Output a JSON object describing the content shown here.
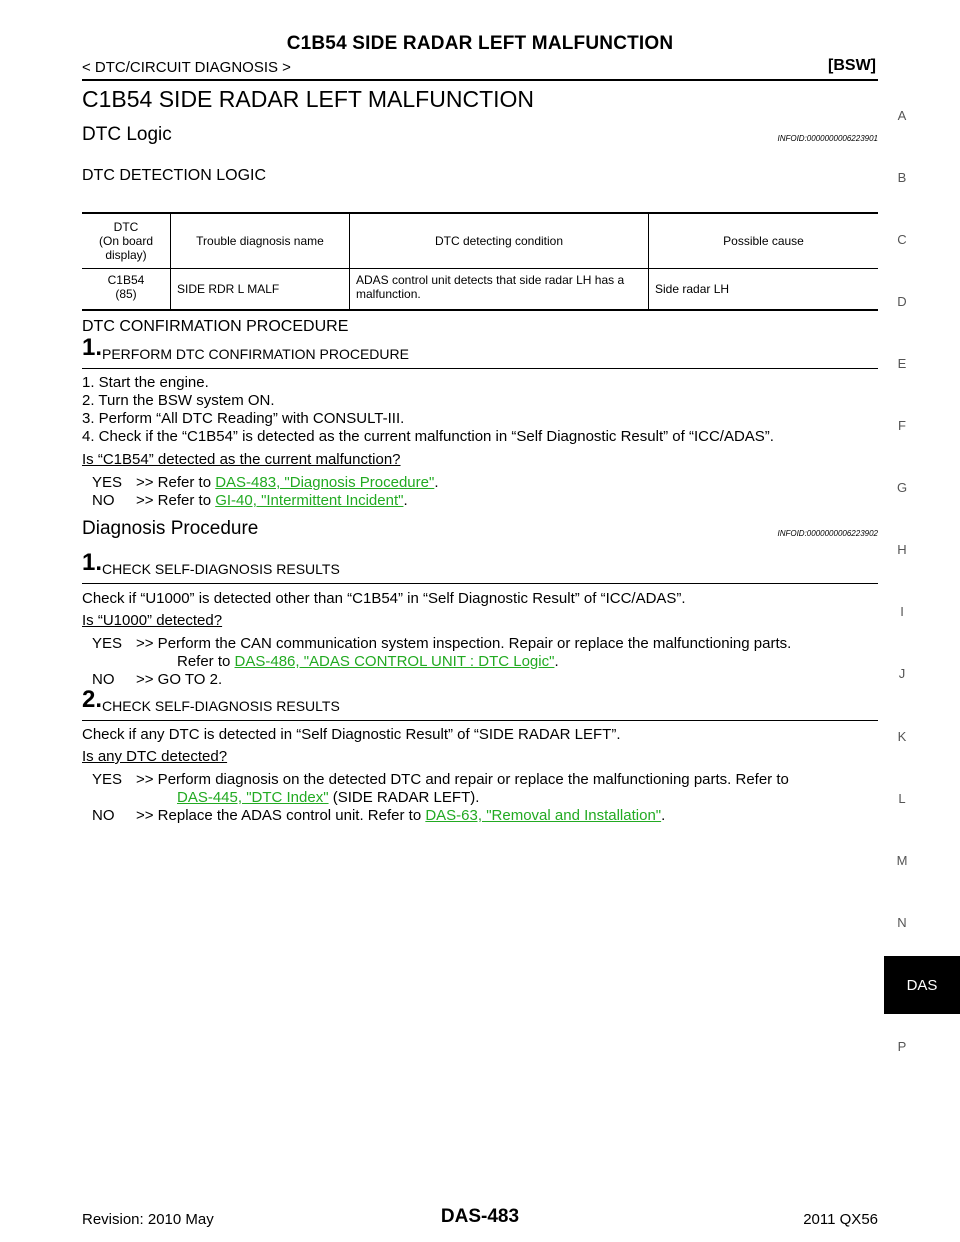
{
  "header": {
    "title": "C1B54 SIDE RADAR LEFT MALFUNCTION",
    "breadcrumb": "< DTC/CIRCUIT DIAGNOSIS >",
    "section": "[BSW]"
  },
  "main_title": "C1B54 SIDE RADAR LEFT MALFUNCTION",
  "dtc_logic": {
    "heading": "DTC Logic",
    "infoid": "INFOID:0000000006223901",
    "subheading": "DTC DETECTION LOGIC",
    "table": {
      "headers": [
        "DTC\n(On board display)",
        "Trouble diagnosis name",
        "DTC detecting condition",
        "Possible cause"
      ],
      "rows": [
        [
          "C1B54\n(85)",
          "SIDE RDR L MALF",
          "ADAS control unit detects that side radar LH has a malfunction.",
          "Side radar LH"
        ]
      ]
    }
  },
  "confirmation": {
    "heading": "DTC CONFIRMATION PROCEDURE",
    "step_num": "1.",
    "step_title": "PERFORM DTC CONFIRMATION PROCEDURE",
    "items": [
      "1. Start the engine.",
      "2. Turn the BSW system ON.",
      "3. Perform “All DTC Reading” with CONSULT-III.",
      "4. Check if the “C1B54” is detected as the current malfunction in “Self Diagnostic Result” of “ICC/ADAS”."
    ],
    "question": "Is “C1B54” detected as the current malfunction?",
    "yes_label": "YES",
    "yes_text": ">> Refer to ",
    "yes_link": "DAS-483, \"Diagnosis Procedure\"",
    "no_label": "NO",
    "no_text": ">> Refer to ",
    "no_link": "GI-40, \"Intermittent Incident\"",
    "period": "."
  },
  "diagnosis": {
    "heading": "Diagnosis Procedure",
    "infoid": "INFOID:0000000006223902",
    "step1": {
      "num": "1.",
      "title": "CHECK SELF-DIAGNOSIS RESULTS",
      "text": "Check if “U1000” is detected other than “C1B54” in “Self Diagnostic Result” of “ICC/ADAS”.",
      "question": "Is “U1000” detected?",
      "yes_label": "YES",
      "yes_text": ">> Perform the CAN communication system inspection. Repair or replace the malfunctioning parts.",
      "yes_refer": "Refer to ",
      "yes_link": "DAS-486, \"ADAS CONTROL UNIT : DTC Logic\"",
      "no_label": "NO",
      "no_text": ">> GO TO 2."
    },
    "step2": {
      "num": "2.",
      "title": "CHECK SELF-DIAGNOSIS RESULTS",
      "text": "Check if any DTC is detected in “Self Diagnostic Result” of “SIDE RADAR LEFT”.",
      "question": "Is any DTC detected?",
      "yes_label": "YES",
      "yes_text": ">> Perform diagnosis on the detected DTC and repair or replace the malfunctioning parts. Refer to",
      "yes_link": "DAS-445, \"DTC Index\"",
      "yes_after": " (SIDE RADAR LEFT).",
      "no_label": "NO",
      "no_text": ">> Replace the ADAS control unit. Refer to ",
      "no_link": "DAS-63, \"Removal and Installation\"",
      "period": "."
    }
  },
  "side_index": [
    "A",
    "B",
    "C",
    "D",
    "E",
    "F",
    "G",
    "H",
    "I",
    "J",
    "K",
    "L",
    "M",
    "N",
    "DAS",
    "P"
  ],
  "footer": {
    "page": "DAS-483",
    "revision": "Revision: 2010 May",
    "model": "2011 QX56"
  }
}
